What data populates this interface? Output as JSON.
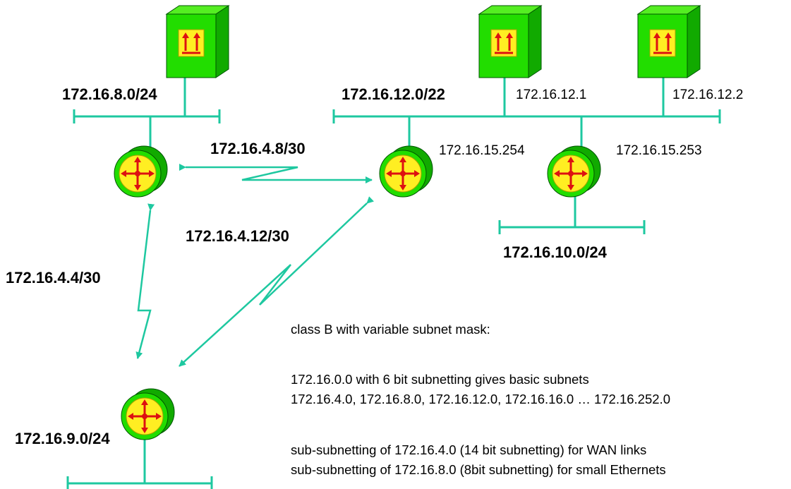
{
  "colors": {
    "link": "#1ec8a0",
    "server_front": "#22dd00",
    "server_side": "#11aa00",
    "panel": "#ffee22",
    "arrow": "#dd1111",
    "router_back": "#11aa00"
  },
  "icons": {
    "server": "server-icon",
    "router": "router-icon"
  },
  "networks": {
    "net_8": "172.16.8.0/24",
    "net_12": "172.16.12.0/22",
    "net_10": "172.16.10.0/24",
    "net_9": "172.16.9.0/24"
  },
  "wan_links": {
    "link_4_8": "172.16.4.8/30",
    "link_4_12": "172.16.4.12/30",
    "link_4_4": "172.16.4.4/30"
  },
  "hosts": {
    "server_b_ip": "172.16.12.1",
    "server_c_ip": "172.16.12.2",
    "router_b_ip": "172.16.15.254",
    "router_c_ip": "172.16.15.253"
  },
  "notes": [
    "class B with variable subnet mask:",
    "172.16.0.0 with 6 bit subnetting gives basic subnets",
    "172.16.4.0, 172.16.8.0, 172.16.12.0, 172.16.16.0 … 172.16.252.0",
    "sub-subnetting of 172.16.4.0 (14 bit subnetting)  for WAN links",
    "sub-subnetting of 172.16.8.0 (8bit subnetting) for small Ethernets"
  ]
}
